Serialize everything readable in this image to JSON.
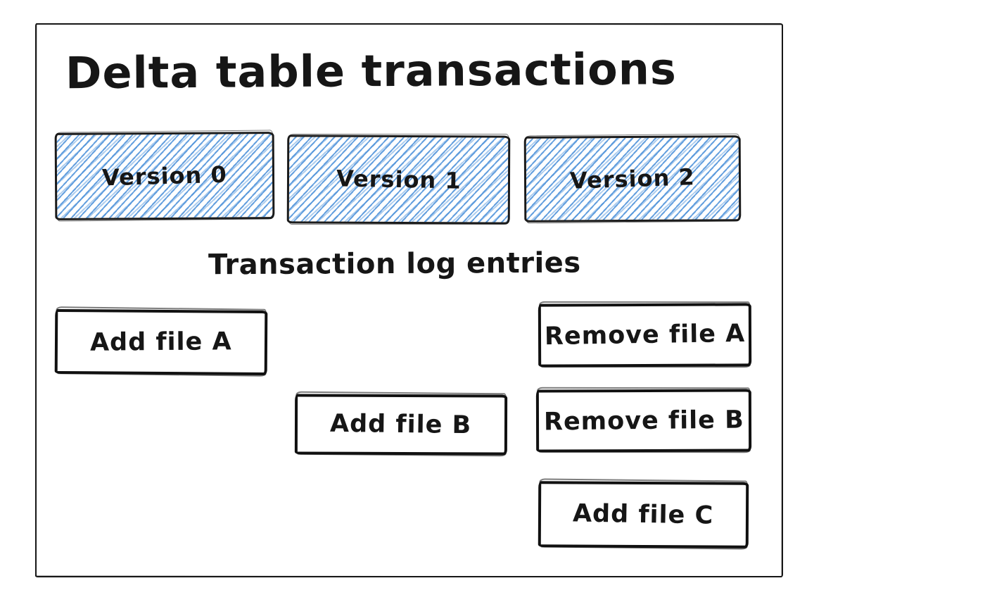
{
  "diagram": {
    "title": "Delta table transactions",
    "log_heading": "Transaction log entries",
    "versions": [
      {
        "label": "Version 0"
      },
      {
        "label": "Version 1"
      },
      {
        "label": "Version 2"
      }
    ],
    "log_entries": [
      {
        "label": "Add file A"
      },
      {
        "label": "Remove file A"
      },
      {
        "label": "Add file B"
      },
      {
        "label": "Remove file B"
      },
      {
        "label": "Add file C"
      }
    ],
    "colors": {
      "ink": "#161616",
      "hatch_blue": "#4a90d9",
      "background": "#ffffff"
    }
  }
}
